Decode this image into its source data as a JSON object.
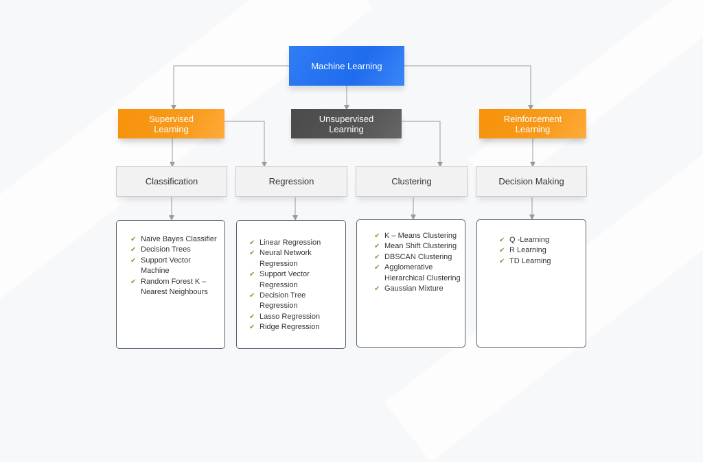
{
  "diagram": {
    "root": {
      "label": "Machine Learning"
    },
    "categories": [
      {
        "label": "Supervised\nLearning",
        "color": "#f7920a"
      },
      {
        "label": "Unsupervised\nLearning",
        "color": "#4b4b4b"
      },
      {
        "label": "Reinforcement\nLearning",
        "color": "#f7920a"
      }
    ],
    "subcategories": [
      {
        "label": "Classification"
      },
      {
        "label": "Regression"
      },
      {
        "label": "Clustering"
      },
      {
        "label": "Decision Making"
      }
    ],
    "algorithms": [
      {
        "items": [
          "Naïve Bayes Classifier",
          "Decision Trees",
          "Support Vector Machine",
          "Random Forest K – Nearest Neighbours"
        ]
      },
      {
        "items": [
          "Linear Regression",
          "Neural Network Regression",
          "Support  Vector Regression",
          "Decision Tree Regression",
          "Lasso Regression",
          "Ridge Regression"
        ]
      },
      {
        "items": [
          "K – Means Clustering",
          "Mean Shift Clustering",
          "DBSCAN Clustering",
          "Agglomerative Hierarchical Clustering",
          "Gaussian Mixture"
        ]
      },
      {
        "items": [
          "Q -Learning",
          "R Learning",
          "TD Learning"
        ]
      }
    ],
    "colors": {
      "root": "#1f6cee",
      "accent_orange": "#f7920a",
      "dark_gray": "#4b4b4b",
      "check": "#8a9a3a",
      "connector": "#9a9a9a"
    }
  }
}
